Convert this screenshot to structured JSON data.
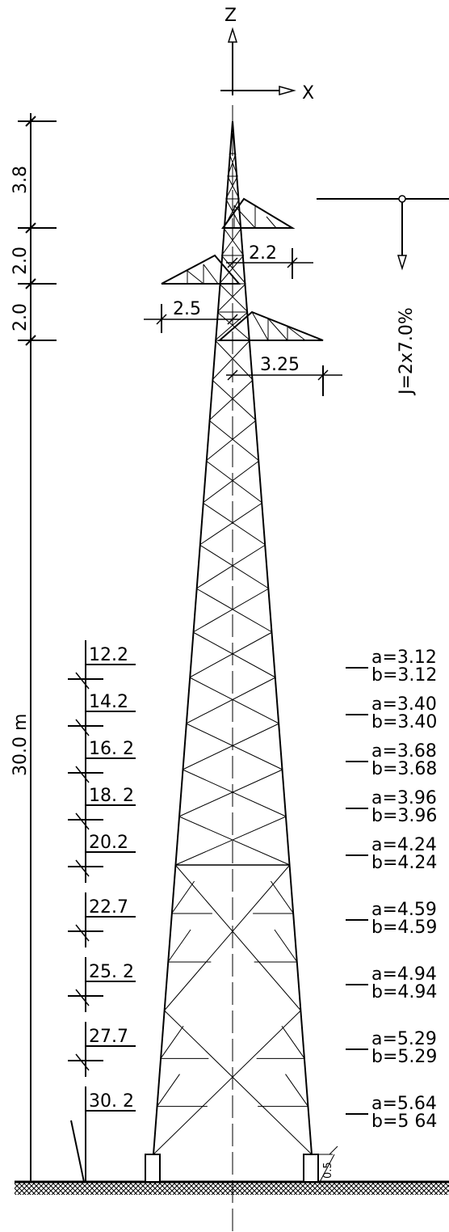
{
  "axes": {
    "z_label": "Z",
    "x_label": "X"
  },
  "heights": {
    "top": "3.8",
    "upper": "2.0",
    "lower": "2.0",
    "total": "30.0 m"
  },
  "arms": {
    "upper_right": "2.2",
    "left": "2.5",
    "lower_right": "3.25"
  },
  "load": {
    "label": "J=2x7.0%"
  },
  "levels": [
    {
      "elev": "12.2",
      "a": "a=3.12",
      "b": "b=3.12"
    },
    {
      "elev": "14.2",
      "a": "a=3.40",
      "b": "b=3.40"
    },
    {
      "elev": "16. 2",
      "a": "a=3.68",
      "b": "b=3.68"
    },
    {
      "elev": "18. 2",
      "a": "a=3.96",
      "b": "b=3.96"
    },
    {
      "elev": "20.2",
      "a": "a=4.24",
      "b": "b=4.24"
    },
    {
      "elev": "22.7",
      "a": "a=4.59",
      "b": "b=4.59"
    },
    {
      "elev": "25. 2",
      "a": "a=4.94",
      "b": "b=4.94"
    },
    {
      "elev": "27.7",
      "a": "a=5.29",
      "b": "b=5.29"
    },
    {
      "elev": "30. 2",
      "a": "a=5.64",
      "b": "b=5 64"
    }
  ],
  "foundation": {
    "height": "0.5"
  },
  "colors": {
    "ink": "#000000",
    "background": "#ffffff"
  }
}
